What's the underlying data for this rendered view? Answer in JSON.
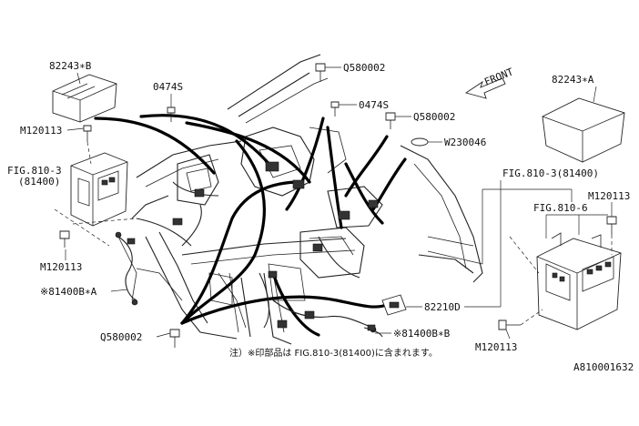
{
  "labels": {
    "p82243b": "82243∗B",
    "p0474s_left": "0474S",
    "q580002_top": "Q580002",
    "front": "FRONT",
    "p82243a": "82243∗A",
    "p0474s_mid": "0474S",
    "q580002_mid": "Q580002",
    "w230046": "W230046",
    "m120113_top_left": "M120113",
    "fig810_3_left": "FIG.810-3",
    "p81400_left": "(81400)",
    "fig810_3_81400_right": "FIG.810-3(81400)",
    "m120113_right": "M120113",
    "fig810_6": "FIG.810-6",
    "m120113_left_lower": "M120113",
    "p81400b_a": "※81400B∗A",
    "p82210d": "82210D",
    "q580002_bottom": "Q580002",
    "p81400b_b": "※81400B∗B",
    "m120113_bottom": "M120113",
    "note": "注）※印部品は FIG.810-3(81400)に含まれます。",
    "diagram_id": "A810001632"
  }
}
